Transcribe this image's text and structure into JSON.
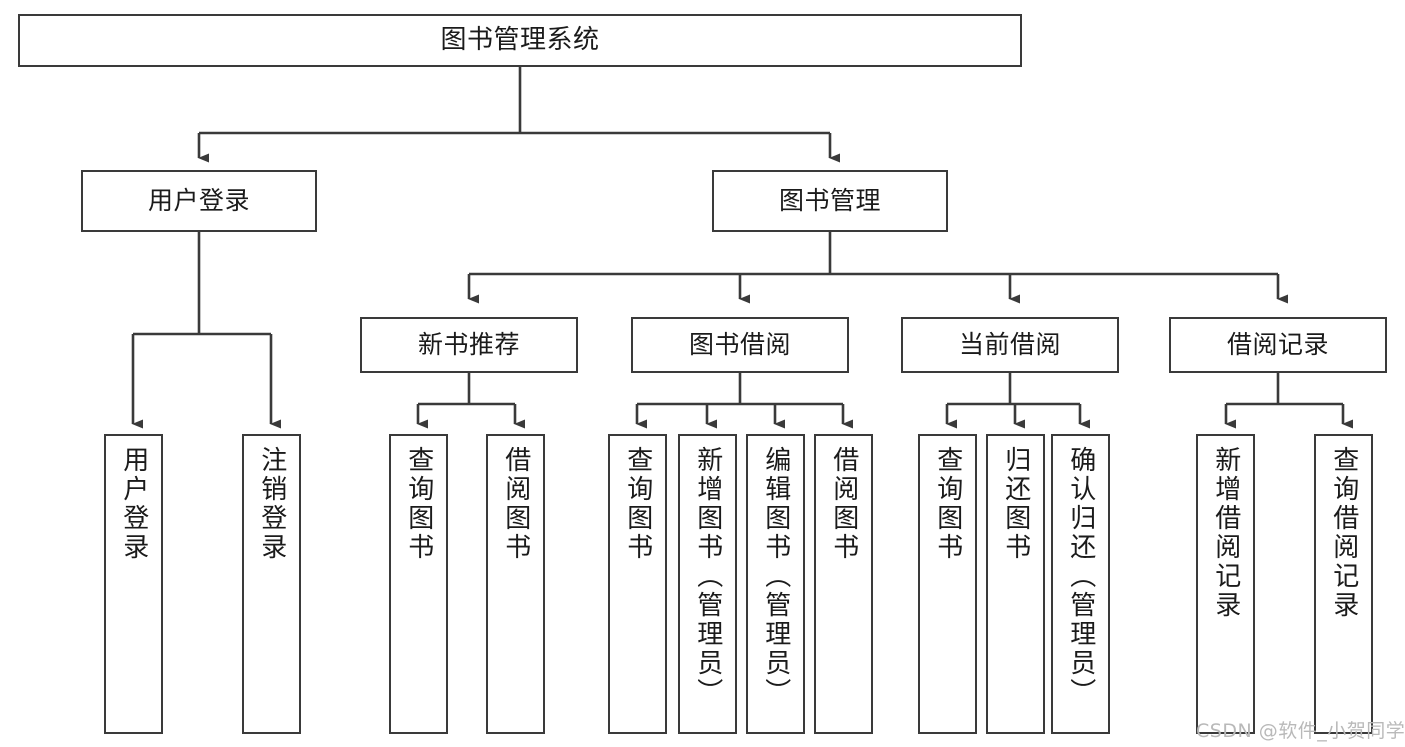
{
  "diagram": {
    "type": "tree-hierarchy",
    "title": "图书管理系统",
    "orientation": "top-down",
    "colors": {
      "box_border": "#3a3a3a",
      "box_fill": "#ffffff",
      "edge": "#3a3a3a",
      "text": "#1b1b1b",
      "watermark": "#b9b9b9",
      "background": "#ffffff"
    },
    "watermark": "CSDN @软件_小贺同学",
    "nodes": {
      "root": {
        "label": "图书管理系统"
      },
      "level2": [
        {
          "id": "user-login",
          "label": "用户登录"
        },
        {
          "id": "book-management",
          "label": "图书管理"
        }
      ],
      "level3": [
        {
          "id": "new-book-recommend",
          "label": "新书推荐"
        },
        {
          "id": "book-borrow",
          "label": "图书借阅"
        },
        {
          "id": "current-borrow",
          "label": "当前借阅"
        },
        {
          "id": "borrow-record",
          "label": "借阅记录"
        }
      ],
      "leaves": {
        "user-login": [
          {
            "id": "leaf-user-login",
            "label": "用户登录"
          },
          {
            "id": "leaf-user-logout",
            "label": "注销登录"
          }
        ],
        "new-book-recommend": [
          {
            "id": "leaf-query-book-1",
            "label": "查询图书"
          },
          {
            "id": "leaf-borrow-book-1",
            "label": "借阅图书"
          }
        ],
        "book-borrow": [
          {
            "id": "leaf-query-book-2",
            "label": "查询图书"
          },
          {
            "id": "leaf-add-book",
            "label": "新增图书（管理员）"
          },
          {
            "id": "leaf-edit-book",
            "label": "编辑图书（管理员）"
          },
          {
            "id": "leaf-borrow-book-2",
            "label": "借阅图书"
          }
        ],
        "current-borrow": [
          {
            "id": "leaf-query-book-3",
            "label": "查询图书"
          },
          {
            "id": "leaf-return-book",
            "label": "归还图书"
          },
          {
            "id": "leaf-confirm-return",
            "label": "确认归还（管理员）"
          }
        ],
        "borrow-record": [
          {
            "id": "leaf-add-record",
            "label": "新增借阅记录"
          },
          {
            "id": "leaf-query-record",
            "label": "查询借阅记录"
          }
        ]
      }
    }
  }
}
